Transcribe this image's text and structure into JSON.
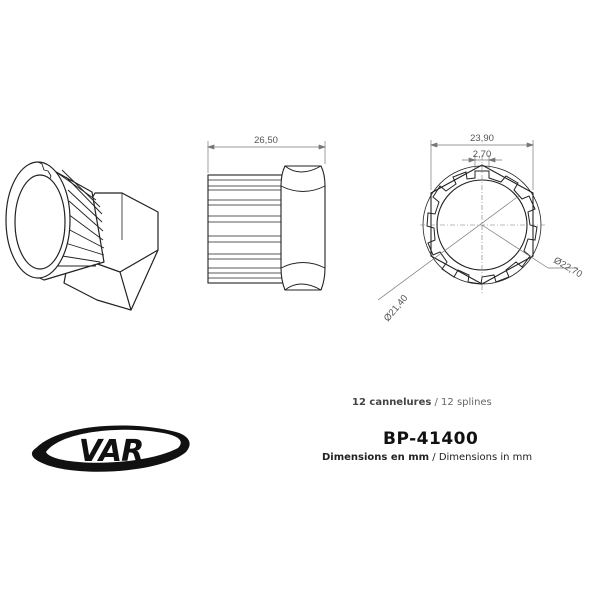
{
  "dimensions": {
    "length": "26,50",
    "hex_across_flats": "23,90",
    "spline_width": "2,70",
    "inner_diameter": "Ø21,40",
    "outer_diameter": "Ø22,70"
  },
  "caption": {
    "splines_fr": "12 cannelures",
    "separator": " / ",
    "splines_en": "12 splines"
  },
  "product": {
    "code": "BP-41400",
    "units_fr": "Dimensions en mm",
    "units_separator": " / ",
    "units_en": "Dimensions in mm"
  },
  "brand": {
    "logo_text": "VAR"
  }
}
